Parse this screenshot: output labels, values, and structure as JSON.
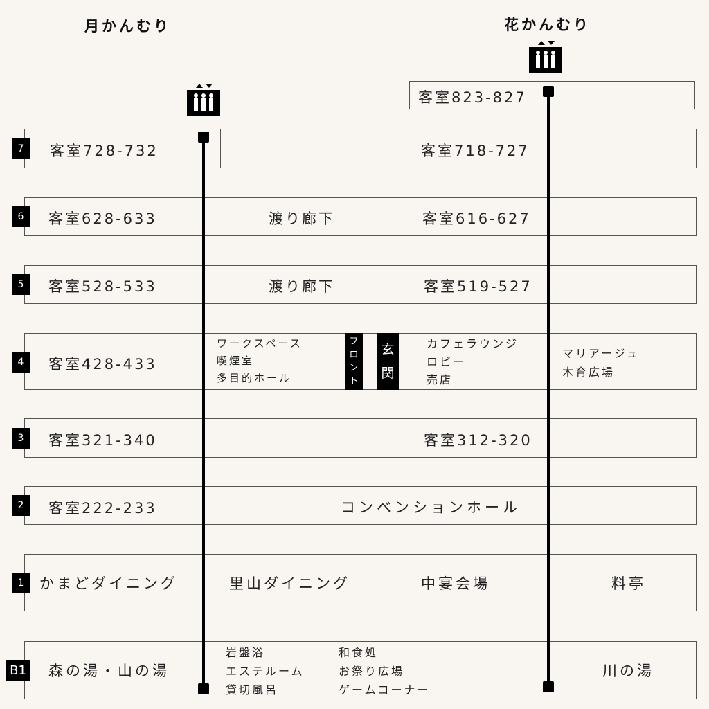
{
  "buildings": {
    "left": "月かんむり",
    "right": "花かんむり"
  },
  "floors": {
    "f8": {
      "right": "客室823-827"
    },
    "f7": {
      "badge": "7",
      "left": "客室728-732",
      "right": "客室718-727"
    },
    "f6": {
      "badge": "6",
      "left": "客室628-633",
      "middle": "渡り廊下",
      "right": "客室616-627"
    },
    "f5": {
      "badge": "5",
      "left": "客室528-533",
      "middle": "渡り廊下",
      "right": "客室519-527"
    },
    "f4": {
      "badge": "4",
      "left": "客室428-433",
      "mid_lines": [
        "ワークスペース",
        "喫煙室",
        "多目的ホール"
      ],
      "front": [
        "フ",
        "ロ",
        "ン",
        "ト"
      ],
      "entrance": [
        "玄",
        "関"
      ],
      "right_lines": [
        "カフェラウンジ",
        "ロビー",
        "売店"
      ],
      "far_lines": [
        "マリアージュ",
        "木育広場"
      ]
    },
    "f3": {
      "badge": "3",
      "left": "客室321-340",
      "right": "客室312-320"
    },
    "f2": {
      "badge": "2",
      "left": "客室222-233",
      "right": "コンベンションホール"
    },
    "f1": {
      "badge": "1",
      "a": "かまどダイニング",
      "b": "里山ダイニング",
      "c": "中宴会場",
      "d": "料亭"
    },
    "b1": {
      "badge": "B1",
      "left": "森の湯・山の湯",
      "col1": [
        "岩盤浴",
        "エステルーム",
        "貸切風呂"
      ],
      "col2": [
        "和食処",
        "お祭り広場",
        "ゲームコーナー"
      ],
      "right": "川の湯"
    }
  }
}
